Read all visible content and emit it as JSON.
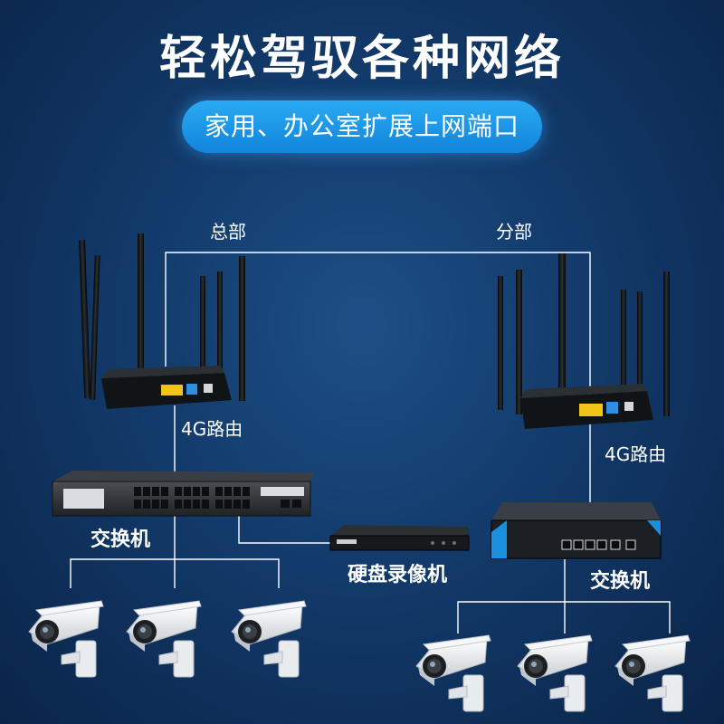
{
  "title": "轻松驾驭各种网络",
  "subtitle": "家用、办公室扩展上网端口",
  "labels": {
    "hq": "总部",
    "branch": "分部",
    "router_left": "4G路由",
    "router_right": "4G路由",
    "switch_left": "交换机",
    "switch_right": "交换机",
    "nvr": "硬盘录像机"
  },
  "colors": {
    "background": "#123a6a",
    "accent": "#1a9be8",
    "line": "#ffffff"
  },
  "icons": [
    "router-icon",
    "switch-icon",
    "nvr-icon",
    "camera-icon"
  ]
}
